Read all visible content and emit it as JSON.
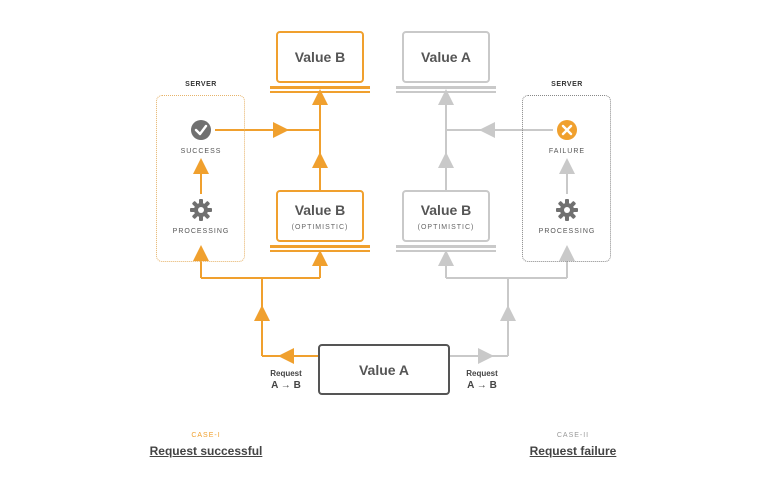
{
  "colors": {
    "success": "#f0a02e",
    "failure": "#c9c9c9",
    "dark": "#555555"
  },
  "case1": {
    "server_title": "SERVER",
    "success_label": "SUCCESS",
    "processing_label": "PROCESSING",
    "optimistic_value": "Value B",
    "optimistic_label": "(OPTIMISTIC)",
    "final_value": "Value B",
    "case_label": "CASE-I",
    "case_title": "Request successful",
    "request_line1": "Request",
    "request_line2": "A → B"
  },
  "case2": {
    "server_title": "SERVER",
    "failure_label": "FAILURE",
    "processing_label": "PROCESSING",
    "optimistic_value": "Value B",
    "optimistic_label": "(OPTIMISTIC)",
    "final_value": "Value A",
    "case_label": "CASE-II",
    "case_title": "Request failure",
    "request_line1": "Request",
    "request_line2": "A → B"
  },
  "center": {
    "value": "Value A"
  },
  "icons": {
    "success": "check-circle-icon",
    "failure": "x-circle-icon",
    "processing": "gear-icon"
  }
}
